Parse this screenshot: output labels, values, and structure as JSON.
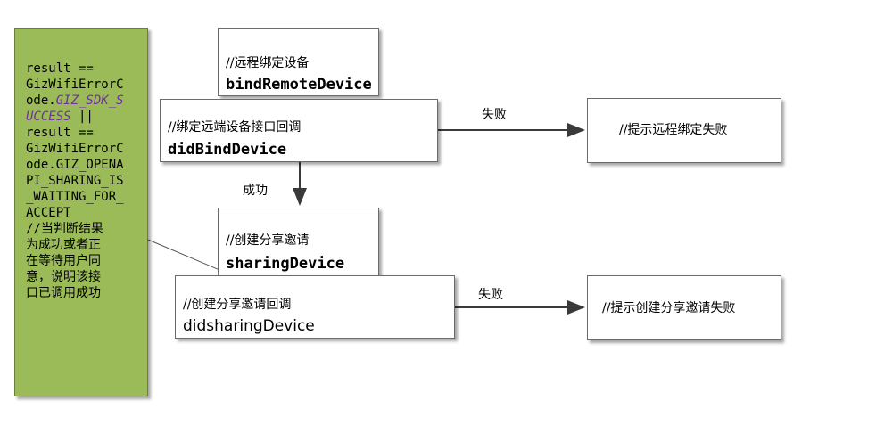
{
  "note": {
    "line1": "result ==",
    "line2": "GizWifiErrorC",
    "line3_a": "ode.",
    "line3_b": "GIZ_SDK_S",
    "line4_a": "UCCESS",
    "line4_b": " ||",
    "line5": "result ==",
    "line6": "GizWifiErrorC",
    "line7": "ode.GIZ_OPENA",
    "line8": "PI_SHARING_IS",
    "line9": "_WAITING_FOR_",
    "line10": "ACCEPT",
    "line11": "//当判断结果",
    "line12": "为成功或者正",
    "line13": "在等待用户同",
    "line14": "意，说明该接",
    "line15": "口已调用成功"
  },
  "nodes": {
    "bind_remote": {
      "comment": "//远程绑定设备",
      "method": "bindRemoteDevice"
    },
    "did_bind": {
      "comment": "//绑定远端设备接口回调",
      "method": "didBindDevice"
    },
    "bind_fail": {
      "comment": "//提示远程绑定失败"
    },
    "sharing": {
      "comment": "//创建分享邀请",
      "method": "sharingDevice"
    },
    "did_sharing": {
      "comment": "//创建分享邀请回调",
      "method": "didsharingDevice"
    },
    "sharing_fail": {
      "comment": "//提示创建分享邀请失败"
    }
  },
  "edges": {
    "fail1": "失败",
    "success": "成功",
    "fail2": "失败"
  }
}
